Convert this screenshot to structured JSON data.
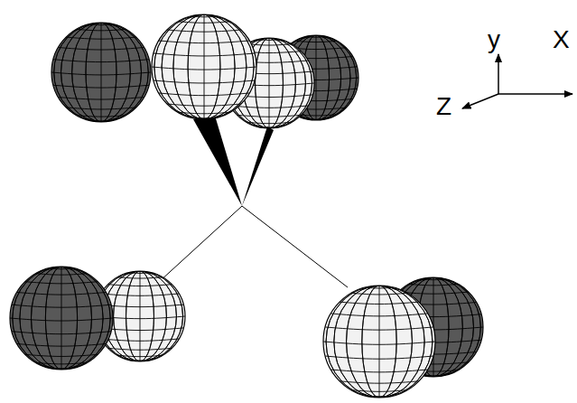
{
  "diagram": {
    "labels": [
      "y",
      "X",
      "Z"
    ]
  }
}
